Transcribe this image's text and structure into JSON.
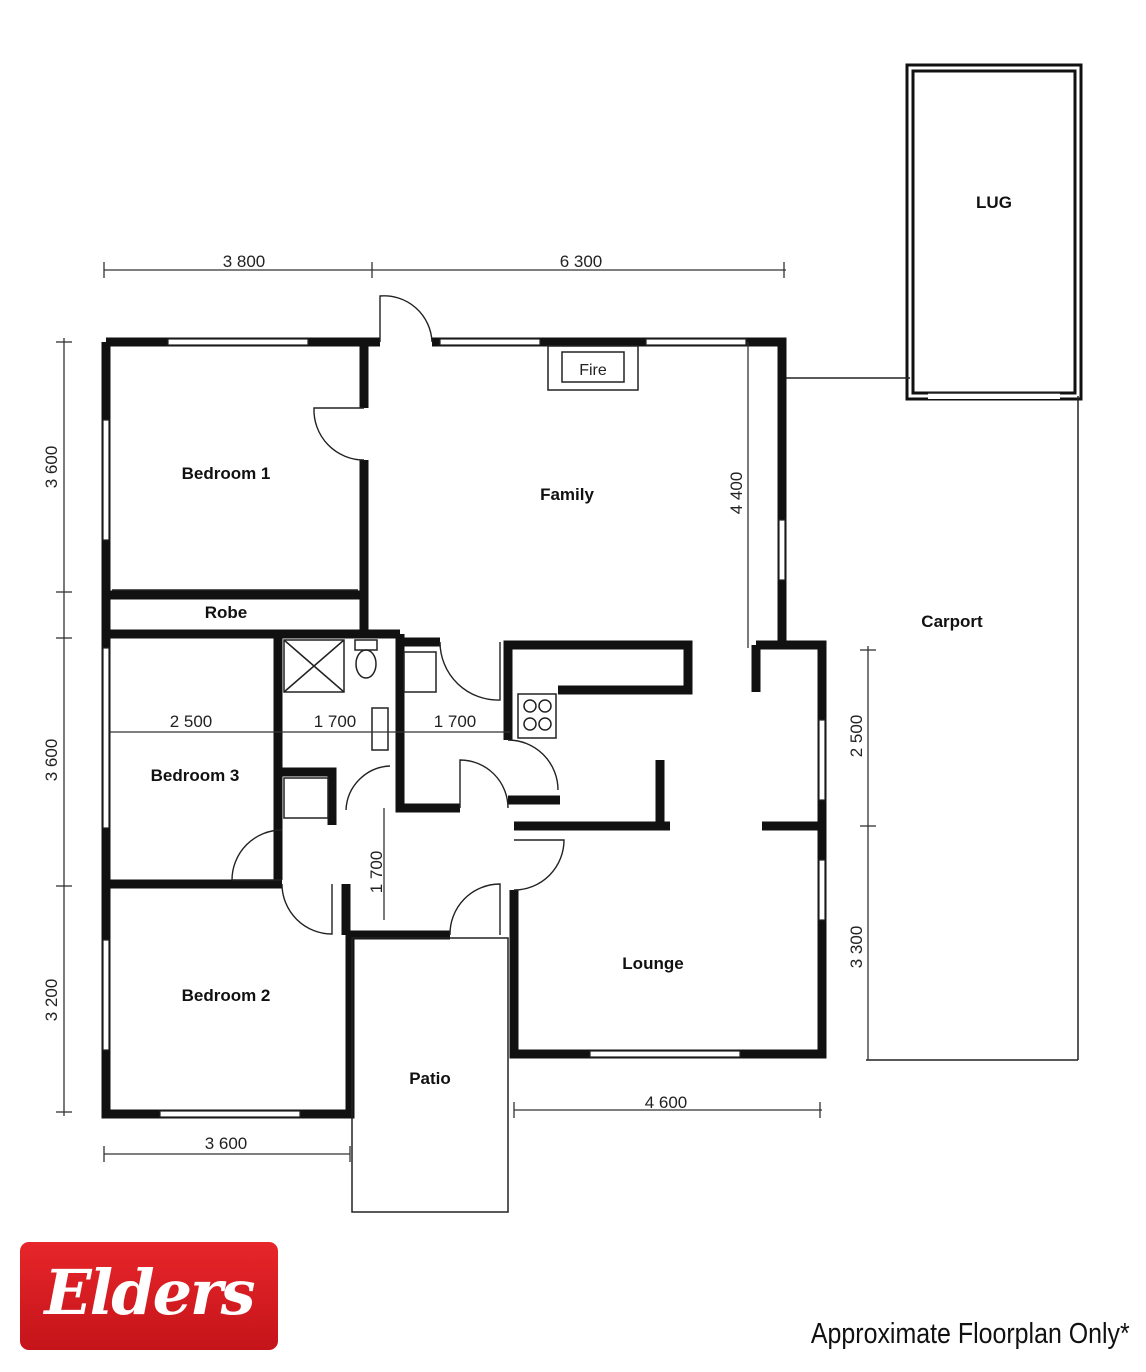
{
  "rooms": {
    "lug": "LUG",
    "bedroom1": "Bedroom 1",
    "family": "Family",
    "fire": "Fire",
    "robe": "Robe",
    "carport": "Carport",
    "bedroom3": "Bedroom 3",
    "bedroom2": "Bedroom 2",
    "lounge": "Lounge",
    "patio": "Patio"
  },
  "dimensions": {
    "top_left": "3 800",
    "top_right": "6 300",
    "left_upper": "3 600",
    "left_middle": "3 600",
    "left_lower": "3 200",
    "family_height": "4 400",
    "bed3_width": "2 500",
    "bath_width": "1 700",
    "laundry_width": "1 700",
    "hall_length": "1 700",
    "right_upper": "2 500",
    "right_lower": "3 300",
    "bottom_left": "3 600",
    "bottom_right": "4 600"
  },
  "brand": {
    "logo_text": "Elders",
    "logo_color": "#d71920"
  },
  "disclaimer": "Approximate Floorplan Only*"
}
